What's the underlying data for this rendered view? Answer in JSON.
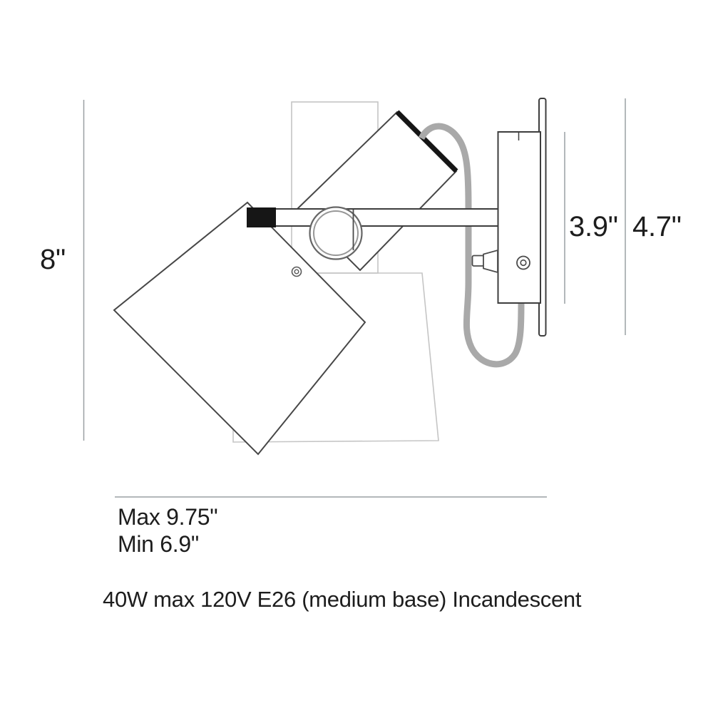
{
  "diagram": {
    "kind": "wall-lamp dimension drawing",
    "dimensions": {
      "overall_height": "8\"",
      "bracket_depth": "3.9\"",
      "overall_depth": "4.7\"",
      "extension_max": "Max 9.75\"",
      "extension_min": "Min 6.9\""
    },
    "caption": "40W max 120V E26 (medium base) Incandescent",
    "colors": {
      "outline": "#474747",
      "solid_black": "#161616",
      "cord_gray": "#a9a9a9",
      "ghost_gray": "#c5c5c5",
      "dimension_line": "#9aa0a3",
      "text": "#1d1d1d",
      "background": "#ffffff"
    },
    "parts": [
      "mounting-plate",
      "bracket-box",
      "toggle-switch",
      "mounting-screw",
      "swivel-arm",
      "arm-end-cap",
      "pivot-ring",
      "shade-upper",
      "shade-lower",
      "shade-screw",
      "power-cord",
      "ghost-position-outline"
    ]
  }
}
